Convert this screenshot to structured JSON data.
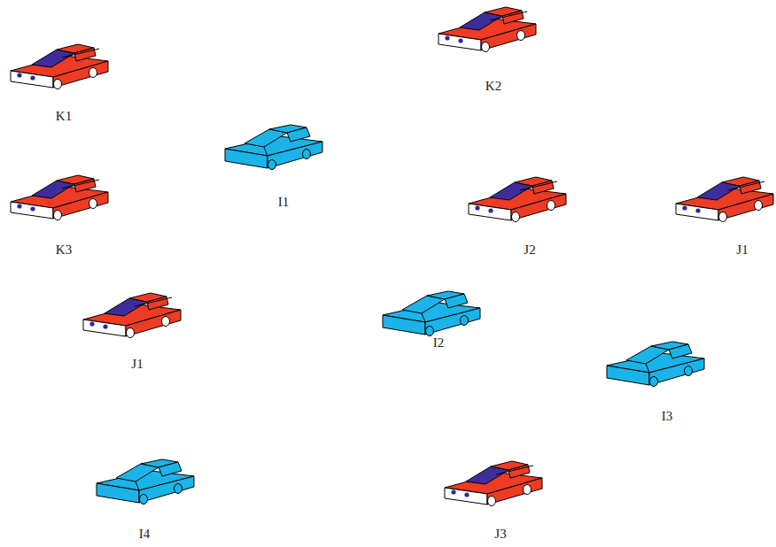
{
  "diagram": {
    "labels": [
      "K2",
      "K1",
      "I1",
      "K3",
      "J2",
      "J1",
      "I2",
      "J1",
      "I3",
      "I4",
      "J3"
    ]
  }
}
